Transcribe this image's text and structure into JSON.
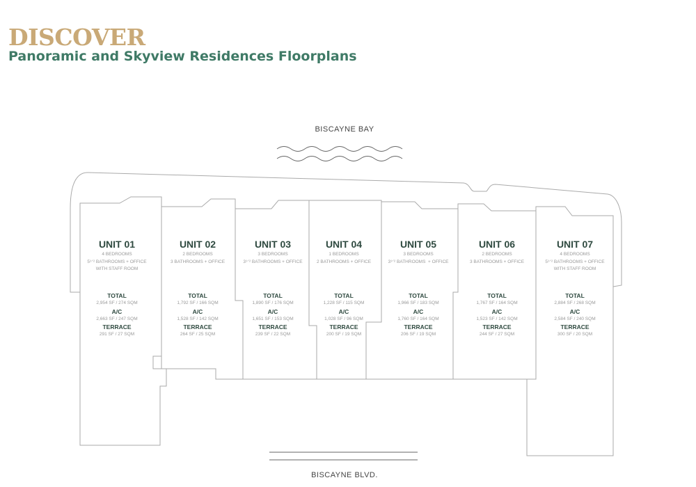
{
  "header": {
    "title": "DISCOVER",
    "subtitle": "Panoramic and Skyview Residences Floorplans"
  },
  "labels": {
    "bay": "BISCAYNE BAY",
    "blvd": "BISCAYNE BLVD."
  },
  "colors": {
    "gold": "#c9a977",
    "green": "#3f7a66",
    "dark_green": "#2f4a40",
    "outline": "#aaaaaa"
  },
  "section_labels": {
    "total": "TOTAL",
    "ac": "A/C",
    "terrace": "TERRACE"
  },
  "units": [
    {
      "name": "UNIT 01",
      "lines": [
        "4 BEDROOMS",
        "5¹ᐟ² BATHROOMS + OFFICE",
        "WITH STAFF ROOM"
      ],
      "total": "2,954 SF / 274 SQM",
      "ac": "2,663 SF / 247 SQM",
      "terrace": "291 SF / 27 SQM"
    },
    {
      "name": "UNIT 02",
      "lines": [
        "2 BEDROOMS",
        "3 BATHROOMS + OFFICE"
      ],
      "total": "1,792 SF / 166 SQM",
      "ac": "1,528 SF / 142 SQM",
      "terrace": "264 SF / 25 SQM"
    },
    {
      "name": "UNIT 03",
      "lines": [
        "3 BEDROOMS",
        "3¹ᐟ² BATHROOMS + OFFICE"
      ],
      "total": "1,890 SF / 176 SQM",
      "ac": "1,651 SF / 153 SQM",
      "terrace": "239 SF / 22 SQM"
    },
    {
      "name": "UNIT 04",
      "lines": [
        "1 BEDROOMS",
        "2 BATHROOMS + OFFICE"
      ],
      "total": "1,228 SF / 115 SQM",
      "ac": "1,028 SF / 96 SQM",
      "terrace": "200 SF / 19 SQM"
    },
    {
      "name": "UNIT 05",
      "lines": [
        "3 BEDROOMS",
        "3¹ᐟ² BATHROOMS  + OFFICE"
      ],
      "total": "1,966 SF / 183 SQM",
      "ac": "1,760 SF / 164 SQM",
      "terrace": "206 SF / 19 SQM"
    },
    {
      "name": "UNIT 06",
      "lines": [
        "2 BEDROOMS",
        "3 BATHROOMS + OFFICE"
      ],
      "total": "1,767 SF / 164 SQM",
      "ac": "1,523 SF / 142 SQM",
      "terrace": "244 SF / 27 SQM"
    },
    {
      "name": "UNIT 07",
      "lines": [
        "4 BEDROOMS",
        "5¹ᐟ² BATHROOMS + OFFICE",
        "WITH STAFF ROOM"
      ],
      "total": "2,884 SF / 268 SQM",
      "ac": "2,584 SF / 240 SQM",
      "terrace": "300 SF / 20 SQM"
    }
  ]
}
